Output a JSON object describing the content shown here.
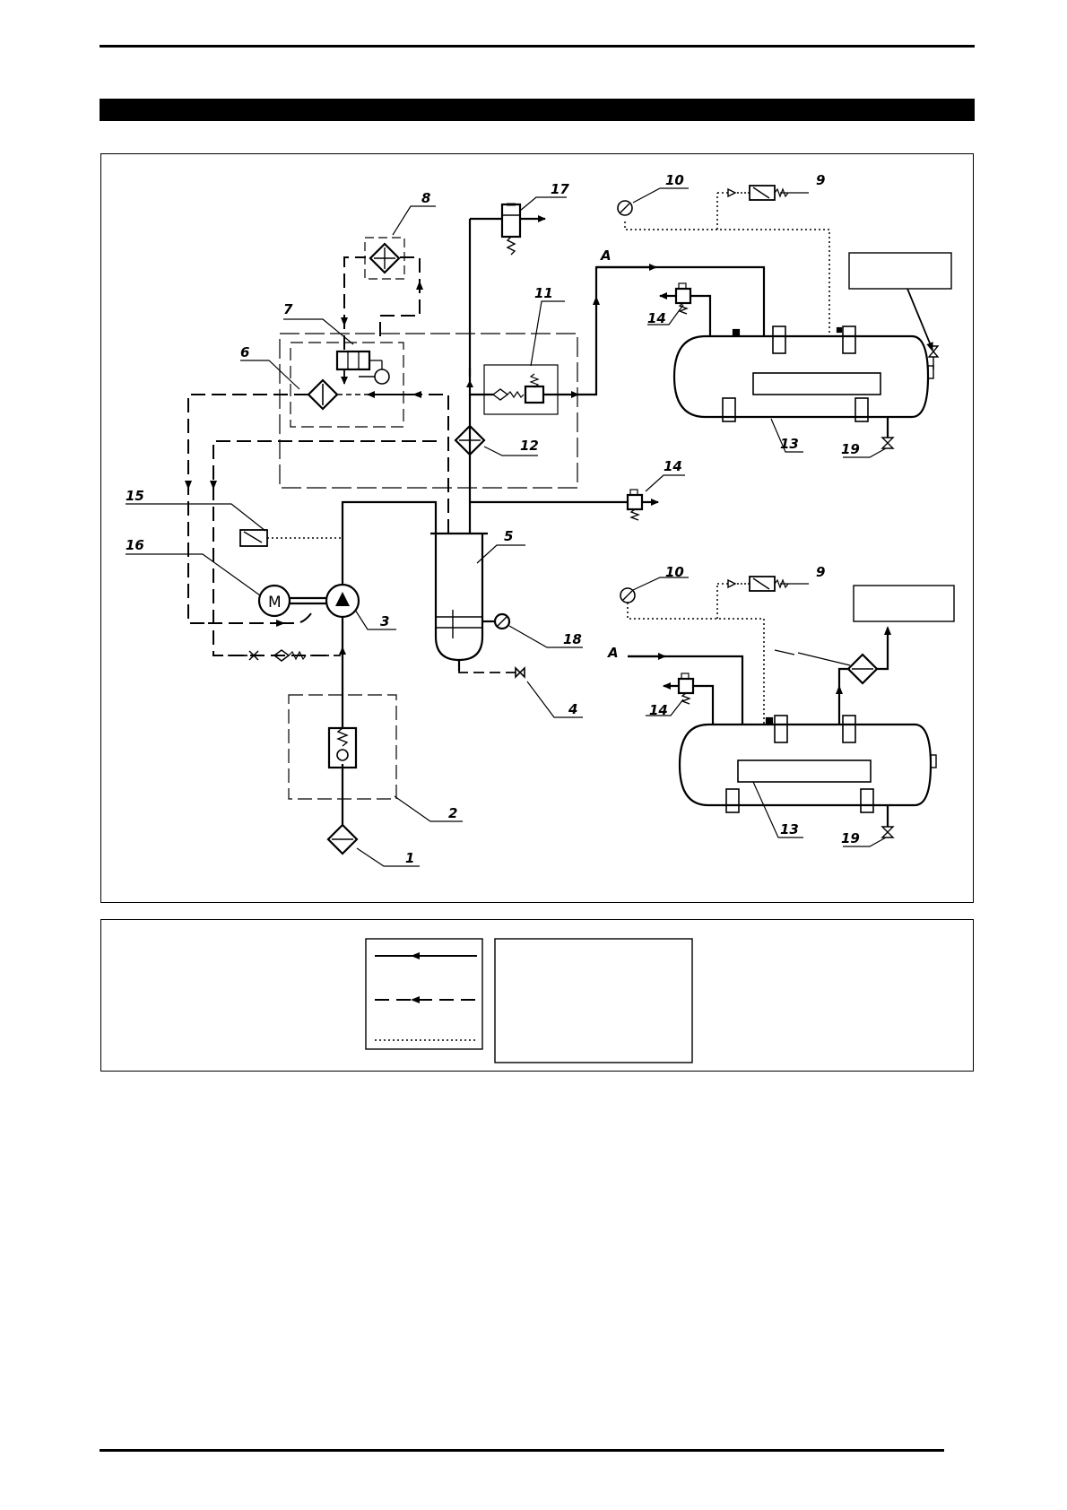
{
  "components": [
    {
      "ref": "1"
    },
    {
      "ref": "2"
    },
    {
      "ref": "3"
    },
    {
      "ref": "4"
    },
    {
      "ref": "5"
    },
    {
      "ref": "6"
    },
    {
      "ref": "7"
    },
    {
      "ref": "8"
    },
    {
      "ref": "9"
    },
    {
      "ref": "10"
    },
    {
      "ref": "11"
    },
    {
      "ref": "12"
    },
    {
      "ref": "13"
    },
    {
      "ref": "14"
    },
    {
      "ref": "15"
    },
    {
      "ref": "16"
    },
    {
      "ref": "17"
    },
    {
      "ref": "18"
    },
    {
      "ref": "19"
    }
  ],
  "labels": {
    "l1": "1",
    "l2": "2",
    "l3": "3",
    "l4": "4",
    "l5": "5",
    "l6": "6",
    "l7": "7",
    "l8": "8",
    "l9a": "9",
    "l9b": "9",
    "l10a": "10",
    "l10b": "10",
    "l11": "11",
    "l12": "12",
    "l13a": "13",
    "l13b": "13",
    "l14a": "14",
    "l14b": "14",
    "l14c": "14",
    "l15": "15",
    "l16": "16",
    "l17": "17",
    "l18": "18",
    "l19a": "19",
    "l19b": "19",
    "connector_a1": "A",
    "connector_a2": "A",
    "motor_symbol": "M"
  },
  "legend": {
    "line_styles": [
      "solid",
      "dashed",
      "dotted"
    ]
  },
  "colors": {
    "ink": "#000000",
    "paper": "#ffffff"
  }
}
